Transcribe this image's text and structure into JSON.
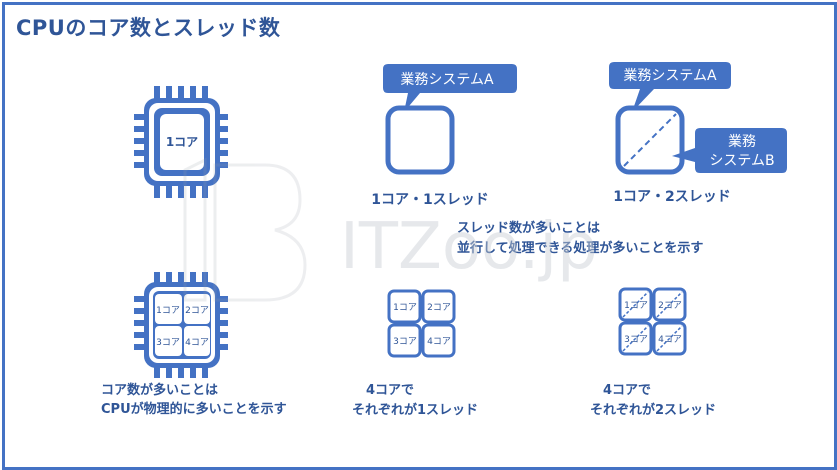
{
  "title": "CPUのコア数とスレッド数",
  "colors": {
    "primary": "#4472C4",
    "dark": "#2F5597",
    "light": "#ffffff"
  },
  "top_row": {
    "chip_label": "1コア",
    "single_core": {
      "callout": "業務システムA",
      "caption": "1コア・1スレッド"
    },
    "dual_thread": {
      "callout_a": "業務システムA",
      "callout_b_line1": "業務",
      "callout_b_line2": "システムB",
      "caption": "1コア・2スレッド"
    }
  },
  "middle_note": {
    "line1": "スレッド数が多いことは",
    "line2": "並行して処理できる処理が多いことを示す"
  },
  "bottom_row": {
    "chip_cores": [
      "1コア",
      "2コア",
      "3コア",
      "4コア"
    ],
    "chip_caption_line1": "コア数が多いことは",
    "chip_caption_line2": "CPUが物理的に多いことを示す",
    "grid1_cores": [
      "1コア",
      "2コア",
      "3コア",
      "4コア"
    ],
    "grid1_caption_line1": "4コアで",
    "grid1_caption_line2": "それぞれが1スレッド",
    "grid2_cores": [
      "1コア",
      "2コア",
      "3コア",
      "4コア"
    ],
    "grid2_caption_line1": "4コアで",
    "grid2_caption_line2": "それぞれが2スレッド"
  },
  "watermark": "ITZoo.jp"
}
